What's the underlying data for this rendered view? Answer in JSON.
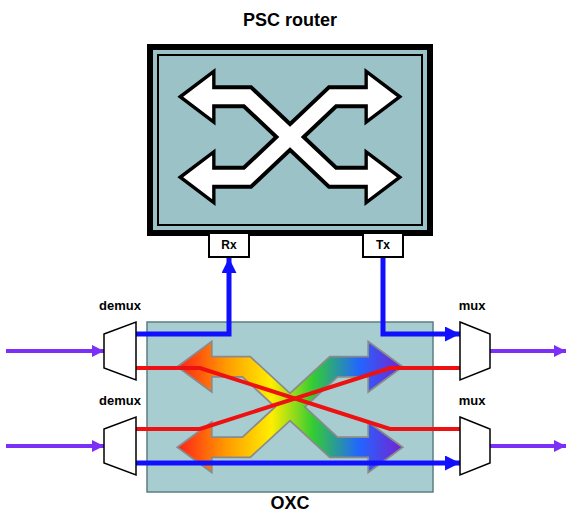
{
  "diagram": {
    "nodes": [
      {
        "text": [
          "PSC router"
        ]
      },
      {
        "text": [
          "Rx"
        ]
      },
      {
        "text": [
          "Tx"
        ]
      },
      {
        "text": [
          "demux"
        ]
      },
      {
        "text": [
          "mux"
        ]
      },
      {
        "text": [
          "demux"
        ]
      },
      {
        "text": [
          "mux"
        ]
      },
      {
        "text": [
          "OXC"
        ]
      }
    ],
    "edges": [
      {
        "from": 3,
        "to": 1,
        "arrow": "to"
      },
      {
        "from": 2,
        "to": 4,
        "arrow": "to"
      },
      {
        "from": 3,
        "to": 6,
        "arrow": "none"
      },
      {
        "from": 5,
        "to": 4,
        "arrow": "none"
      },
      {
        "from": 5,
        "to": 6,
        "arrow": "to"
      }
    ]
  }
}
